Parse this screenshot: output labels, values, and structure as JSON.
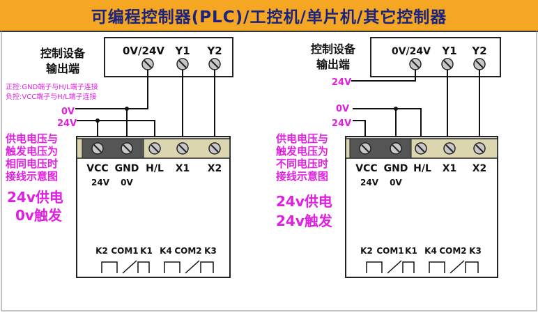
{
  "title": "可编程控制器(PLC)/工控机/单片机/其它控制器",
  "colors": {
    "header_bg": "#f5a623",
    "title": "#1a237e",
    "magenta": "#e020e0",
    "terminal_strip": "#dcd6b0"
  },
  "left": {
    "device_label_1": "控制设备",
    "device_label_2": "输出端",
    "out_terms": [
      "0V/24V",
      "Y1",
      "Y2"
    ],
    "note_1": "正控:GND端子与H/L端子连接",
    "note_2": "负控:VCC端子与H/L端子连接",
    "v0": "0V",
    "v24": "24V",
    "side_desc": [
      "供电电压与",
      "触发电压为",
      "相同电压时",
      "接线示意图"
    ],
    "terms": [
      "VCC",
      "GND",
      "H/L",
      "X1",
      "X2"
    ],
    "sub_vcc": "24V",
    "sub_gnd": "0V",
    "big_1": "24v供电",
    "big_2": "0v触发",
    "relays": [
      "K2",
      "COM1",
      "K1",
      "K4",
      "COM2",
      "K3"
    ]
  },
  "right": {
    "device_label_1": "控制设备",
    "device_label_2": "输出端",
    "out_terms": [
      "0V/24V",
      "Y1",
      "Y2"
    ],
    "v24_top": "24V",
    "v0": "0V",
    "v24": "24V",
    "side_desc": [
      "供电电压与",
      "触发电压为",
      "不同电压时",
      "接线示意图"
    ],
    "terms": [
      "VCC",
      "GND",
      "H/L",
      "X1",
      "X2"
    ],
    "sub_vcc": "24V",
    "sub_gnd": "0V",
    "big_1": "24v供电",
    "big_2": "24v触发",
    "relays": [
      "K2",
      "COM1",
      "K1",
      "K4",
      "COM2",
      "K3"
    ]
  }
}
